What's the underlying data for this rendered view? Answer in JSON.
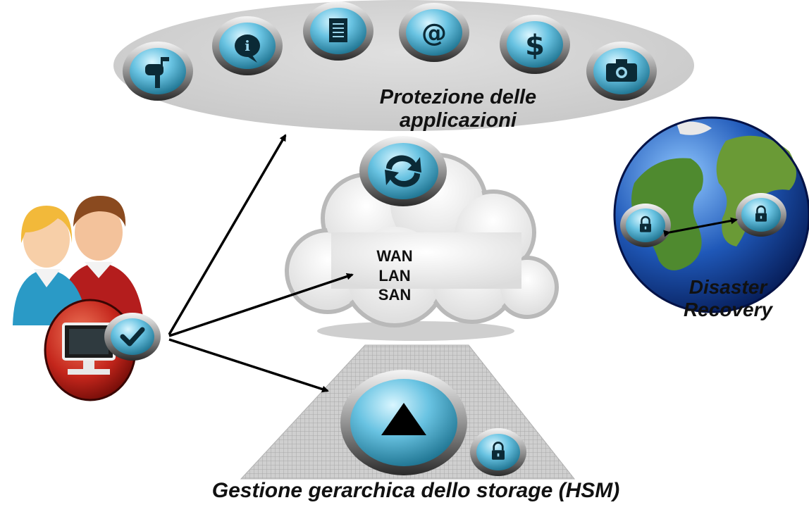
{
  "diagram": {
    "labels": {
      "applications_line1": "Protezione delle",
      "applications_line2": "applicazioni",
      "network": [
        "WAN",
        "LAN",
        "SAN"
      ],
      "disaster_line1": "Disaster",
      "disaster_line2": "Recovery",
      "hsm": "Gestione gerarchica dello storage (HSM)"
    },
    "icons": {
      "applications": [
        "mailbox-icon",
        "info-icon",
        "document-icon",
        "at-sign-icon",
        "dollar-icon",
        "camera-icon"
      ],
      "sync": "sync-icon",
      "users": "users-icon",
      "computer": "computer-check-icon",
      "globe": "globe-icon",
      "storage": "eject-triangle-icon",
      "lock": "lock-icon"
    },
    "colors": {
      "button_blue": "#5fb8d8",
      "button_dark": "#0b2a36",
      "ellipse_gray": "#d4d4d4",
      "cloud_gray": "#cfcfcf",
      "red_circle": "#c4261c",
      "pyramid_gray": "#b8b8b8"
    }
  }
}
